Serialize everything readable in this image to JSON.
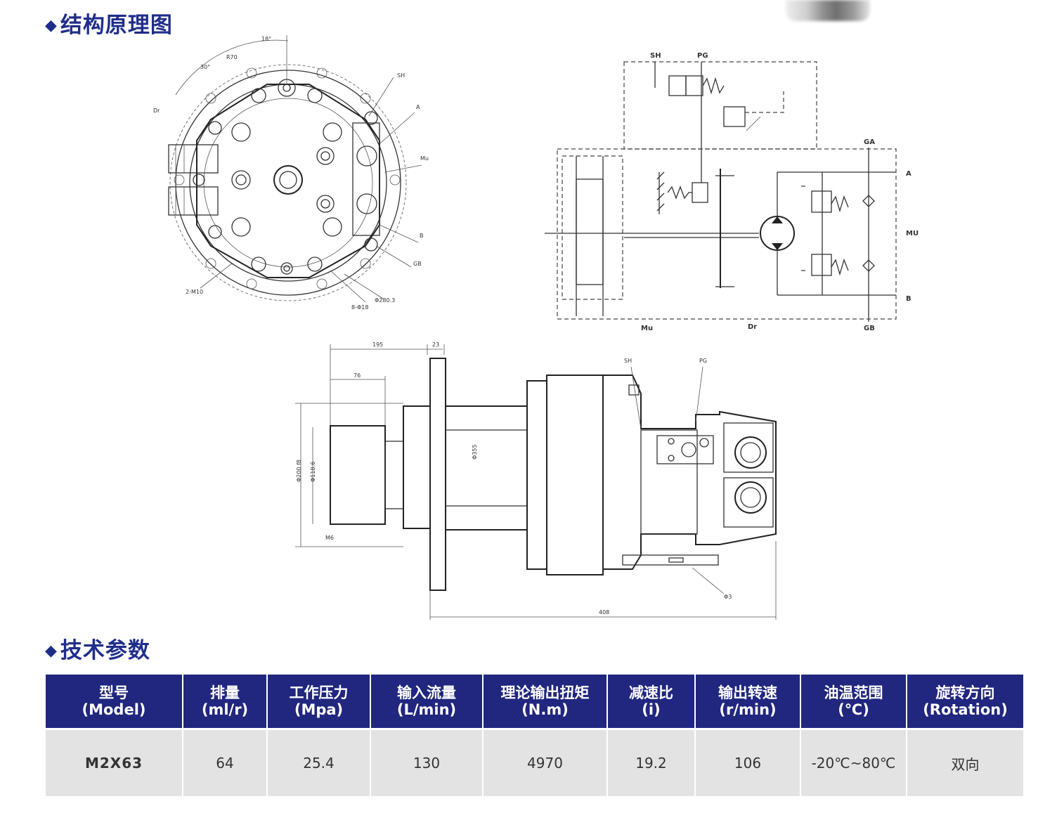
{
  "sections": {
    "structure_title": "结构原理图",
    "params_title": "技术参数"
  },
  "schematic": {
    "labels": {
      "sh": "SH",
      "pg": "PG",
      "ga": "GA",
      "a": "A",
      "mu": "MU",
      "b": "B",
      "gb": "GB",
      "dr": "Dr",
      "mu_bottom": "Mu"
    }
  },
  "table": {
    "headers": [
      {
        "cn": "型号",
        "en": "(Model)"
      },
      {
        "cn": "排量",
        "en": "(ml/r)"
      },
      {
        "cn": "工作压力",
        "en": "(Mpa)"
      },
      {
        "cn": "输入流量",
        "en": "(L/min)"
      },
      {
        "cn": "理论输出扭矩",
        "en": "(N.m)"
      },
      {
        "cn": "减速比",
        "en": "(i)"
      },
      {
        "cn": "输出转速",
        "en": "(r/min)"
      },
      {
        "cn": "油温范围",
        "en": "(℃)"
      },
      {
        "cn": "旋转方向",
        "en": "(Rotation)"
      }
    ],
    "rows": [
      [
        "M2X63",
        "64",
        "25.4",
        "130",
        "4970",
        "19.2",
        "106",
        "-20℃~80℃",
        "双向"
      ]
    ]
  }
}
